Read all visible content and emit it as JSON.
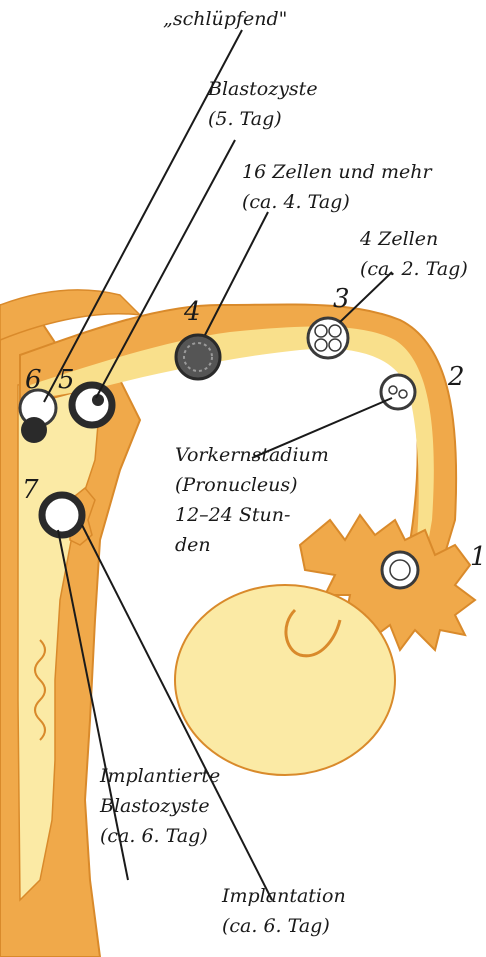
{
  "colors": {
    "tube_orange": "#f0a94a",
    "tube_lumen": "#f9e08c",
    "uterus_cavity": "#fbeaa5",
    "ovary": "#fbeaa5",
    "outline": "#d98a2b",
    "line": "#1a1a1a",
    "embryo_dark": "#3a3a3a"
  },
  "labels": {
    "hatching": "„schlüpfend\"",
    "blasto_line1": "Blastozyste",
    "blasto_line2": "(5. Tag)",
    "morula_line1": "16 Zellen und mehr",
    "morula_line2": "(ca. 4. Tag)",
    "four_cells_line1": "4 Zellen",
    "four_cells_line2": "(ca. 2. Tag)",
    "pronucleus_line1": "Vorkernstadium",
    "pronucleus_line2": "(Pronucleus)",
    "pronucleus_line3": "12–24 Stun-",
    "pronucleus_line4": "den",
    "implanted_line1": "Implantierte",
    "implanted_line2": "Blastozyste",
    "implanted_line3": "(ca. 6. Tag)",
    "implantation_line1": "Implantation",
    "implantation_line2": "(ca. 6. Tag)"
  },
  "stage_numbers": {
    "n1": "1",
    "n2": "2",
    "n3": "3",
    "n4": "4",
    "n5": "5",
    "n6": "6",
    "n7": "7"
  }
}
